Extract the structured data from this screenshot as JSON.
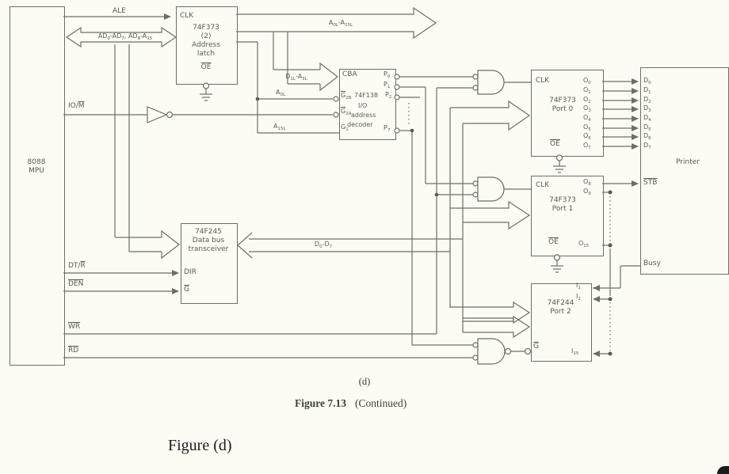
{
  "colors": {
    "line": "#6b7065",
    "text": "#575c50",
    "caption": "#3c3f38",
    "ink": "#1c1c1c",
    "background": "#fcfbf4"
  },
  "mpu": {
    "l1": "8088",
    "l2": "MPU"
  },
  "signals": {
    "ale": "ALE",
    "ad_bus": {
      "p1": "AD",
      "s1": "0",
      "p2": "-AD",
      "s2": "7",
      "p3": ", AD",
      "s3": "8",
      "p4": "-A",
      "s4": "15"
    },
    "iom": {
      "p1": "IO/",
      "p2": "M"
    },
    "dtr": {
      "p1": "DT/",
      "p2": "R"
    },
    "den": "DEN",
    "wr": "WR",
    "rd": "RD"
  },
  "latch": {
    "clk": "CLK",
    "l1": "74F373",
    "l2": "(2)",
    "l3": "Address",
    "l4": "latch",
    "oe": "OE"
  },
  "buses": {
    "a_latched": {
      "p1": "A",
      "s1": "0L",
      "p2": "-A",
      "s2": "15L"
    },
    "cba": {
      "p1": "D",
      "s1": "1L",
      "p2": "-A",
      "s2": "3L"
    },
    "a0l": {
      "p1": "A",
      "s1": "0L"
    },
    "a15l": {
      "p1": "A",
      "s1": "15L"
    },
    "data": {
      "p1": "D",
      "s1": "0",
      "p2": "-D",
      "s2": "7"
    }
  },
  "decoder": {
    "cba": "CBA",
    "g2b": {
      "p1": "G",
      "s1": "2B"
    },
    "g2a": {
      "p1": "G",
      "s1": "2A"
    },
    "g1": {
      "p1": "G",
      "s1": "1"
    },
    "l1": "74F138",
    "l2": "I/O",
    "l3": "address",
    "l4": "decoder",
    "outs": [
      {
        "b": "P",
        "s": "0"
      },
      {
        "b": "P",
        "s": "1"
      },
      {
        "b": "P",
        "s": "2"
      },
      {
        "b": "P",
        "s": "7"
      }
    ]
  },
  "port0": {
    "clk": "CLK",
    "l1": "74F373",
    "l2": "Port 0",
    "oe": "OE",
    "outs": [
      {
        "b": "O",
        "s": "0"
      },
      {
        "b": "O",
        "s": "1"
      },
      {
        "b": "O",
        "s": "2"
      },
      {
        "b": "O",
        "s": "3"
      },
      {
        "b": "O",
        "s": "4"
      },
      {
        "b": "O",
        "s": "5"
      },
      {
        "b": "O",
        "s": "6"
      },
      {
        "b": "O",
        "s": "7"
      }
    ]
  },
  "port1": {
    "clk": "CLK",
    "l1": "74F373",
    "l2": "Port 1",
    "oe": "OE",
    "outs": [
      {
        "b": "O",
        "s": "8"
      },
      {
        "b": "O",
        "s": "9"
      },
      {
        "b": "O",
        "s": "15"
      }
    ]
  },
  "port2": {
    "l1": "74F244",
    "l2": "Port 2",
    "g": "G",
    "ins": [
      {
        "b": "I",
        "s": "1"
      },
      {
        "b": "I",
        "s": "2"
      },
      {
        "b": "I",
        "s": "15"
      }
    ]
  },
  "transceiver": {
    "l1": "74F245",
    "l2": "Data bus",
    "l3": "transceiver",
    "dir": "DIR",
    "g": "G"
  },
  "printer": {
    "title": "Printer",
    "stb": "STB",
    "busy": "Busy",
    "ins": [
      {
        "b": "D",
        "s": "0"
      },
      {
        "b": "D",
        "s": "1"
      },
      {
        "b": "D",
        "s": "2"
      },
      {
        "b": "D",
        "s": "3"
      },
      {
        "b": "D",
        "s": "4"
      },
      {
        "b": "D",
        "s": "5"
      },
      {
        "b": "D",
        "s": "6"
      },
      {
        "b": "D",
        "s": "7"
      }
    ]
  },
  "captions": {
    "sub": "(d)",
    "figure": "Figure 7.13",
    "continued": "(Continued)",
    "bottom": "Figure (d)"
  }
}
